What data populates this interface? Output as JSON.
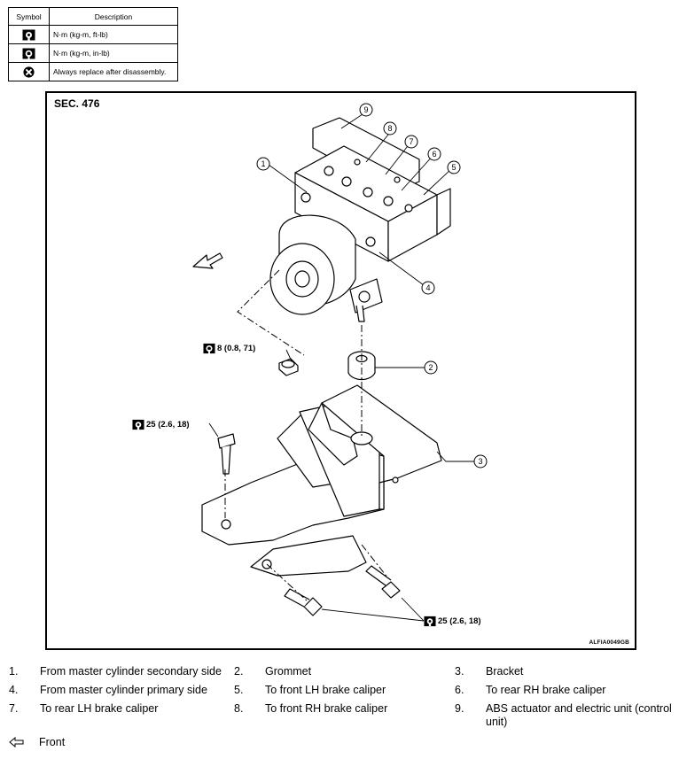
{
  "symbol_table": {
    "header_symbol": "Symbol",
    "header_description": "Description",
    "rows": [
      {
        "icon": "torque-wrench-icon",
        "description": "N·m (kg-m, ft-lb)"
      },
      {
        "icon": "torque-wrench-small-icon",
        "description": "N·m (kg-m, in-lb)"
      },
      {
        "icon": "always-replace-icon",
        "description": "Always replace after disassembly."
      }
    ]
  },
  "figure": {
    "section": "SEC. 476",
    "figure_id": "ALFIA0049GB",
    "callouts": [
      "1",
      "2",
      "3",
      "4",
      "5",
      "6",
      "7",
      "8",
      "9"
    ],
    "torques": {
      "nut": "8 (0.8, 71)",
      "upper_bolt": "25 (2.6, 18)",
      "lower_bolts": "25 (2.6, 18)"
    }
  },
  "legend": {
    "items": [
      {
        "num": "1.",
        "text": "From master cylinder secondary side"
      },
      {
        "num": "2.",
        "text": "Grommet"
      },
      {
        "num": "3.",
        "text": "Bracket"
      },
      {
        "num": "4.",
        "text": "From master cylinder primary side"
      },
      {
        "num": "5.",
        "text": "To front LH brake caliper"
      },
      {
        "num": "6.",
        "text": "To rear RH brake caliper"
      },
      {
        "num": "7.",
        "text": "To rear LH brake caliper"
      },
      {
        "num": "8.",
        "text": "To front RH brake caliper"
      },
      {
        "num": "9.",
        "text": "ABS actuator and electric unit (control unit)"
      }
    ],
    "front_label": "Front"
  }
}
